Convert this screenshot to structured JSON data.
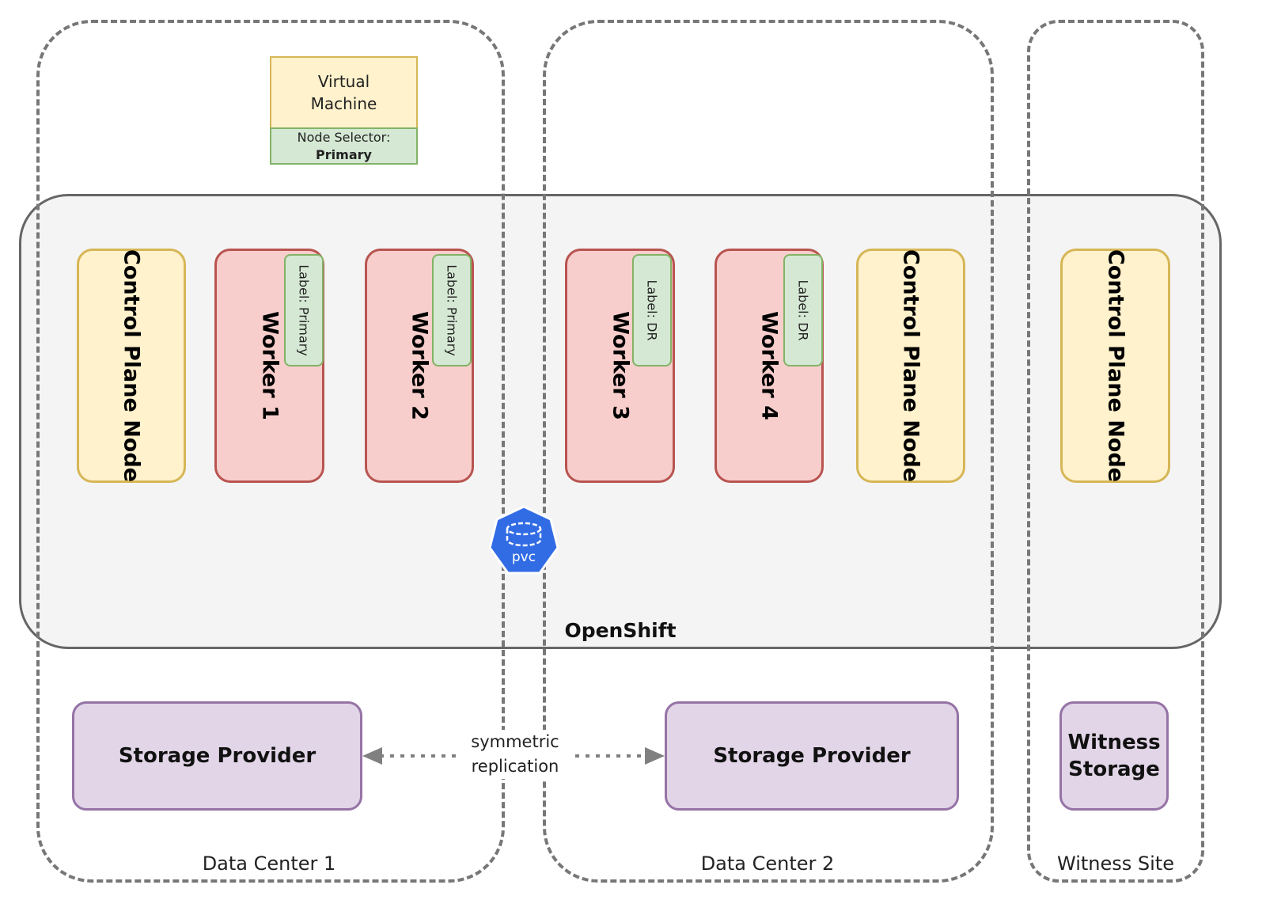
{
  "sites": [
    {
      "id": "dc1",
      "label": "Data Center 1"
    },
    {
      "id": "dc2",
      "label": "Data Center 2"
    },
    {
      "id": "witness",
      "label": "Witness Site"
    }
  ],
  "virtual_machine": {
    "title_line1": "Virtual",
    "title_line2": "Machine",
    "selector_label": "Node Selector:",
    "selector_value": "Primary"
  },
  "cluster": {
    "label": "OpenShift"
  },
  "nodes": [
    {
      "type": "control-plane",
      "label": "Control Plane Node",
      "site": "Data Center 1"
    },
    {
      "type": "worker",
      "label": "Worker 1",
      "tag": "Label: Primary",
      "site": "Data Center 1"
    },
    {
      "type": "worker",
      "label": "Worker 2",
      "tag": "Label: Primary",
      "site": "Data Center 1"
    },
    {
      "type": "worker",
      "label": "Worker 3",
      "tag": "Label: DR",
      "site": "Data Center 2"
    },
    {
      "type": "worker",
      "label": "Worker 4",
      "tag": "Label: DR",
      "site": "Data Center 2"
    },
    {
      "type": "control-plane",
      "label": "Control Plane Node",
      "site": "Data Center 2"
    },
    {
      "type": "control-plane",
      "label": "Control Plane Node",
      "site": "Witness Site"
    }
  ],
  "pvc": {
    "label": "pvc",
    "icon": "pvc-volume-icon",
    "color": "#326ce5"
  },
  "storage": [
    {
      "label": "Storage Provider",
      "site": "Data Center 1"
    },
    {
      "label": "Storage Provider",
      "site": "Data Center 2"
    },
    {
      "label_line1": "Witness",
      "label_line2": "Storage",
      "site": "Witness Site"
    }
  ],
  "replication": {
    "label_line1": "symmetric",
    "label_line2": "replication",
    "style": "dotted bidirectional arrow"
  },
  "colors": {
    "control_plane_fill": "#fff2cc",
    "control_plane_stroke": "#d6b656",
    "worker_fill": "#f8cecc",
    "worker_stroke": "#b85450",
    "label_fill": "#d5e8d4",
    "label_stroke": "#82b366",
    "storage_fill": "#e1d5e7",
    "storage_stroke": "#9673a6",
    "cluster_fill": "#f4f4f4",
    "site_stroke": "#777777"
  }
}
